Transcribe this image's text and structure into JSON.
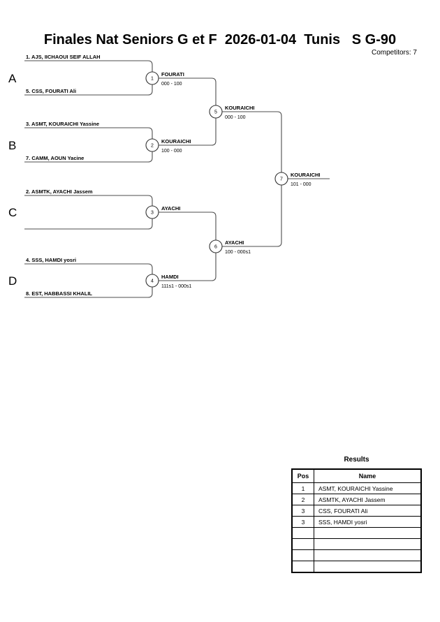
{
  "header": {
    "title": "Finales Nat Seniors G et F  2026-01-04  Tunis   S G-90",
    "competitors_label": "Competitors: 7"
  },
  "bracket": {
    "sections": [
      {
        "letter": "A",
        "top": "1. AJS, IICHAOUI SEIF ALLAH",
        "bottom": "5. CSS, FOURATI Ali"
      },
      {
        "letter": "B",
        "top": "3. ASMT, KOURAICHI Yassine",
        "bottom": "7. CAMM, AOUN Yacine"
      },
      {
        "letter": "C",
        "top": "2. ASMTK, AYACHI Jassem",
        "bottom": ""
      },
      {
        "letter": "D",
        "top": "4. SSS, HAMDI yosri",
        "bottom": "8. EST, HABBASSI KHALIL"
      }
    ],
    "matches": [
      {
        "number": "1",
        "winner": "FOURATI",
        "score": "000 - 100"
      },
      {
        "number": "2",
        "winner": "KOURAICHI",
        "score": "100 - 000"
      },
      {
        "number": "3",
        "winner": "AYACHI",
        "score": ""
      },
      {
        "number": "4",
        "winner": "HAMDI",
        "score": "111s1 - 000s1"
      },
      {
        "number": "5",
        "winner": "KOURAICHI",
        "score": "000 - 100"
      },
      {
        "number": "6",
        "winner": "AYACHI",
        "score": "100 - 000s1"
      },
      {
        "number": "7",
        "winner": "KOURAICHI",
        "score": "101 - 000"
      }
    ]
  },
  "results": {
    "title": "Results",
    "columns": [
      "Pos",
      "Name"
    ],
    "rows": [
      {
        "pos": "1",
        "name": "ASMT, KOURAICHI Yassine"
      },
      {
        "pos": "2",
        "name": "ASMTK, AYACHI Jassem"
      },
      {
        "pos": "3",
        "name": "CSS, FOURATI Ali"
      },
      {
        "pos": "3",
        "name": "SSS, HAMDI yosri"
      },
      {
        "pos": "",
        "name": ""
      },
      {
        "pos": "",
        "name": ""
      },
      {
        "pos": "",
        "name": ""
      },
      {
        "pos": "",
        "name": ""
      }
    ]
  }
}
